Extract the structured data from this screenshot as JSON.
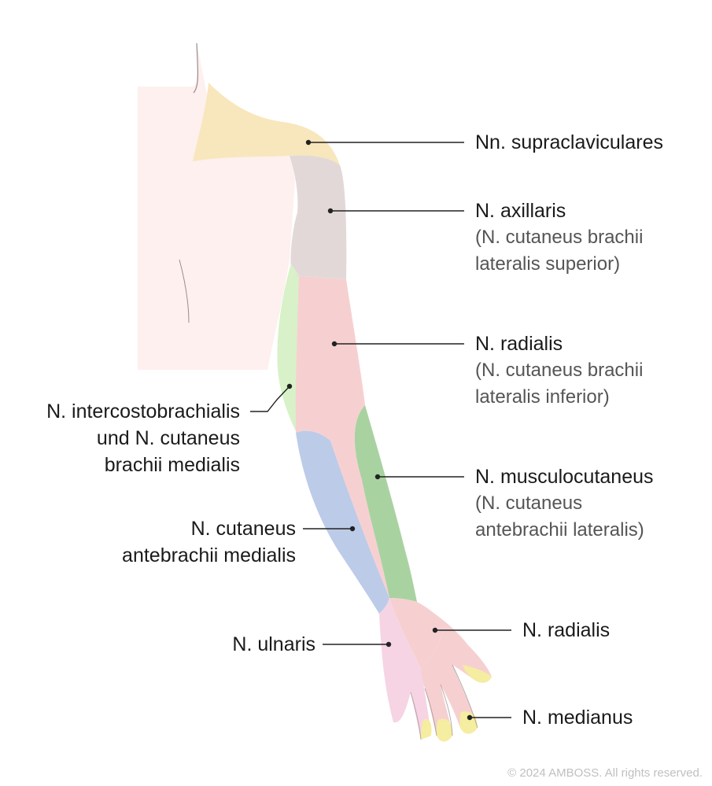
{
  "colors": {
    "skin": "#fdf0ef",
    "supraclavicular": "#f8e7bd",
    "axillary": "#e3d8d8",
    "radial": "#f6d0d1",
    "intercostobrachial": "#d8f1c8",
    "medial_antebrachial": "#bccbe8",
    "musculocutaneous": "#a9d2a1",
    "ulnar": "#f6d4e4",
    "median": "#f5ed9f",
    "outline": "#9a8c8c",
    "leader": "#222222"
  },
  "labels": {
    "supraclavicular": {
      "title": "Nn. supraclaviculares"
    },
    "axillary": {
      "title": "N. axillaris",
      "sub1": "(N. cutaneus brachii",
      "sub2": "lateralis superior)"
    },
    "radial_upper": {
      "title": "N. radialis",
      "sub1": "(N. cutaneus brachii",
      "sub2": "lateralis inferior)"
    },
    "intercostobrachial": {
      "line1": "N. intercostobrachialis",
      "line2": "und N. cutaneus",
      "line3": "brachii medialis"
    },
    "musculocutaneous": {
      "title": "N. musculocutaneus",
      "sub1": "(N. cutaneus",
      "sub2": "antebrachii lateralis)"
    },
    "medial_antebrachial": {
      "line1": "N. cutaneus",
      "line2": "antebrachii medialis"
    },
    "radial_hand": {
      "title": "N. radialis"
    },
    "ulnar": {
      "title": "N. ulnaris"
    },
    "median": {
      "title": "N. medianus"
    }
  },
  "copyright": "© 2024 AMBOSS. All rights reserved."
}
